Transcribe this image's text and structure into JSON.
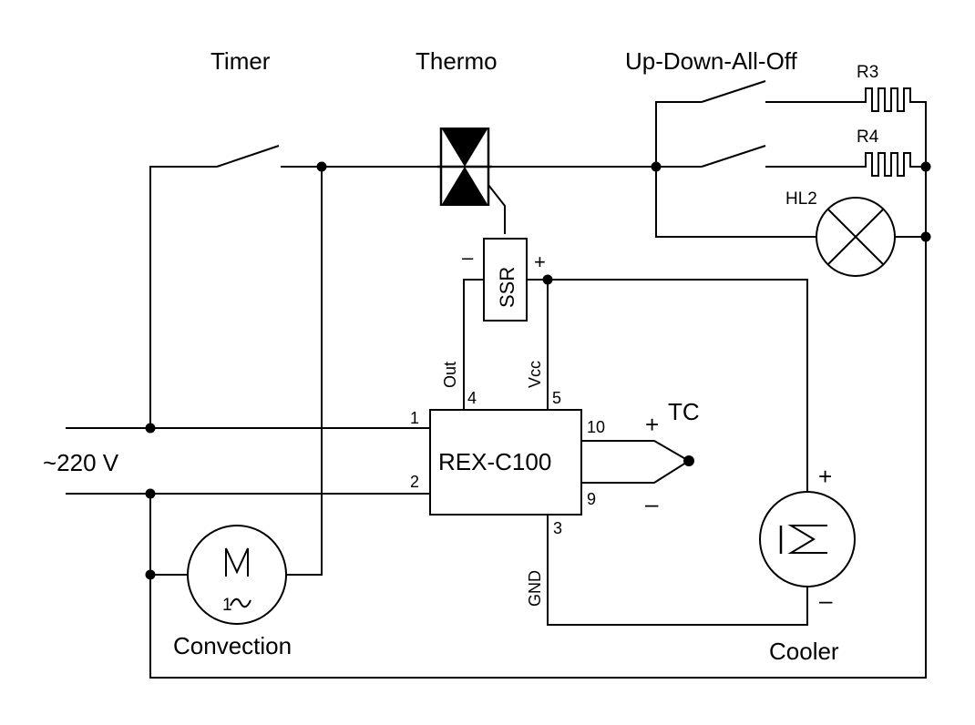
{
  "labels": {
    "timer": "Timer",
    "thermo": "Thermo",
    "updown": "Up-Down-All-Off",
    "r3": "R3",
    "r4": "R4",
    "hl2": "HL2",
    "ssr": "SSR",
    "ssr_minus": "–",
    "ssr_plus": "+",
    "out": "Out",
    "vcc": "Vcc",
    "pin4": "4",
    "pin5": "5",
    "pin1": "1",
    "pin2": "2",
    "pin10": "10",
    "pin9": "9",
    "pin3": "3",
    "controller": "REX-C100",
    "tc": "TC",
    "tc_plus": "+",
    "tc_minus": "–",
    "mains": "~220 V",
    "gnd": "GND",
    "motor_letter": "M",
    "motor_phase": "1",
    "convection": "Convection",
    "cooler_plus": "+",
    "cooler_minus": "–",
    "cooler": "Cooler"
  },
  "colors": {
    "stroke": "#000000",
    "background": "#ffffff"
  }
}
